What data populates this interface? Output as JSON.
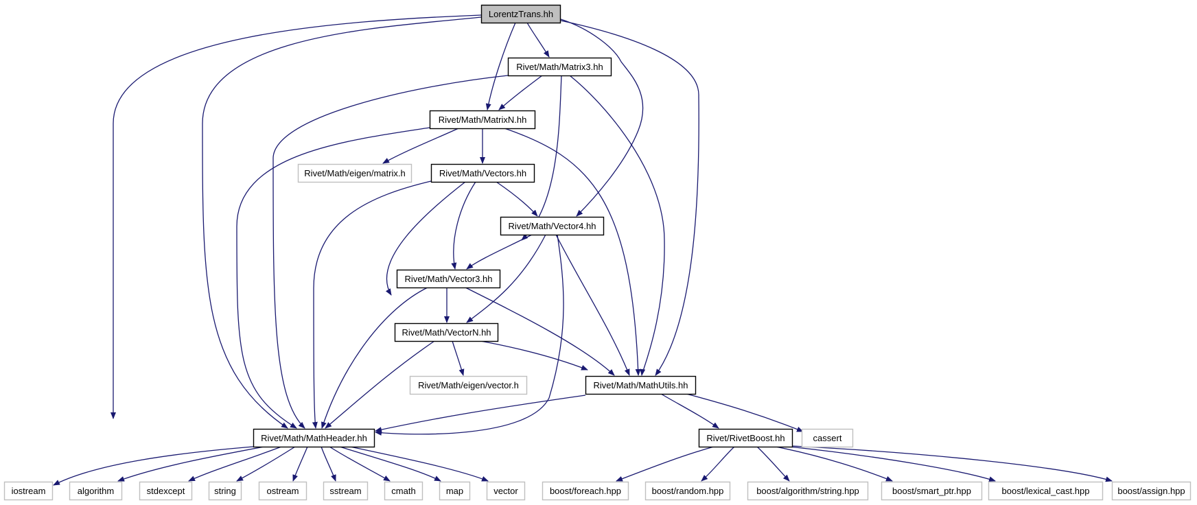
{
  "colors": {
    "edge": "#191970",
    "root_fill": "#bfbfbf",
    "root_border": "#000000",
    "internal_border": "#000000",
    "leaf_border": "#bfbfbf",
    "fill": "#ffffff"
  },
  "nodes": [
    {
      "id": "lorentztrans",
      "label": "LorentzTrans.hh",
      "kind": "root"
    },
    {
      "id": "matrix3",
      "label": "Rivet/Math/Matrix3.hh",
      "kind": "internal"
    },
    {
      "id": "matrixn",
      "label": "Rivet/Math/MatrixN.hh",
      "kind": "internal"
    },
    {
      "id": "eigen-matrix",
      "label": "Rivet/Math/eigen/matrix.h",
      "kind": "leaf"
    },
    {
      "id": "vectors",
      "label": "Rivet/Math/Vectors.hh",
      "kind": "internal"
    },
    {
      "id": "vector4",
      "label": "Rivet/Math/Vector4.hh",
      "kind": "internal"
    },
    {
      "id": "vector3",
      "label": "Rivet/Math/Vector3.hh",
      "kind": "internal"
    },
    {
      "id": "vectorn",
      "label": "Rivet/Math/VectorN.hh",
      "kind": "internal"
    },
    {
      "id": "eigen-vector",
      "label": "Rivet/Math/eigen/vector.h",
      "kind": "leaf"
    },
    {
      "id": "mathutils",
      "label": "Rivet/Math/MathUtils.hh",
      "kind": "internal"
    },
    {
      "id": "mathheader",
      "label": "Rivet/Math/MathHeader.hh",
      "kind": "internal"
    },
    {
      "id": "rivetboost",
      "label": "Rivet/RivetBoost.hh",
      "kind": "internal"
    },
    {
      "id": "cassert",
      "label": "cassert",
      "kind": "leaf"
    },
    {
      "id": "iostream",
      "label": "iostream",
      "kind": "leaf"
    },
    {
      "id": "algorithm",
      "label": "algorithm",
      "kind": "leaf"
    },
    {
      "id": "stdexcept",
      "label": "stdexcept",
      "kind": "leaf"
    },
    {
      "id": "string",
      "label": "string",
      "kind": "leaf"
    },
    {
      "id": "ostream",
      "label": "ostream",
      "kind": "leaf"
    },
    {
      "id": "sstream",
      "label": "sstream",
      "kind": "leaf"
    },
    {
      "id": "cmath",
      "label": "cmath",
      "kind": "leaf"
    },
    {
      "id": "map",
      "label": "map",
      "kind": "leaf"
    },
    {
      "id": "vector",
      "label": "vector",
      "kind": "leaf"
    },
    {
      "id": "boost-foreach",
      "label": "boost/foreach.hpp",
      "kind": "leaf"
    },
    {
      "id": "boost-random",
      "label": "boost/random.hpp",
      "kind": "leaf"
    },
    {
      "id": "boost-algorithm-string",
      "label": "boost/algorithm/string.hpp",
      "kind": "leaf"
    },
    {
      "id": "boost-smart-ptr",
      "label": "boost/smart_ptr.hpp",
      "kind": "leaf"
    },
    {
      "id": "boost-lexical-cast",
      "label": "boost/lexical_cast.hpp",
      "kind": "leaf"
    },
    {
      "id": "boost-assign",
      "label": "boost/assign.hpp",
      "kind": "leaf"
    }
  ],
  "edges": [
    [
      "lorentztrans",
      "matrix3"
    ],
    [
      "lorentztrans",
      "matrixn"
    ],
    [
      "lorentztrans",
      "vector4"
    ],
    [
      "lorentztrans",
      "mathutils"
    ],
    [
      "lorentztrans",
      "mathheader"
    ],
    [
      "lorentztrans",
      "iostream"
    ],
    [
      "matrix3",
      "matrixn"
    ],
    [
      "matrix3",
      "vector3"
    ],
    [
      "matrix3",
      "mathutils"
    ],
    [
      "matrix3",
      "mathheader"
    ],
    [
      "matrixn",
      "eigen-matrix"
    ],
    [
      "matrixn",
      "vectors"
    ],
    [
      "matrixn",
      "mathutils"
    ],
    [
      "matrixn",
      "mathheader"
    ],
    [
      "vectors",
      "vector4"
    ],
    [
      "vectors",
      "vector3"
    ],
    [
      "vectors",
      "vectorn"
    ],
    [
      "vectors",
      "mathheader"
    ],
    [
      "vector4",
      "vector3"
    ],
    [
      "vector4",
      "vectorn"
    ],
    [
      "vector4",
      "mathutils"
    ],
    [
      "vector4",
      "mathheader"
    ],
    [
      "vector3",
      "vectorn"
    ],
    [
      "vector3",
      "mathutils"
    ],
    [
      "vector3",
      "mathheader"
    ],
    [
      "vectorn",
      "eigen-vector"
    ],
    [
      "vectorn",
      "mathutils"
    ],
    [
      "vectorn",
      "mathheader"
    ],
    [
      "mathutils",
      "mathheader"
    ],
    [
      "mathutils",
      "rivetboost"
    ],
    [
      "mathutils",
      "cassert"
    ],
    [
      "mathheader",
      "iostream"
    ],
    [
      "mathheader",
      "algorithm"
    ],
    [
      "mathheader",
      "stdexcept"
    ],
    [
      "mathheader",
      "string"
    ],
    [
      "mathheader",
      "ostream"
    ],
    [
      "mathheader",
      "sstream"
    ],
    [
      "mathheader",
      "cmath"
    ],
    [
      "mathheader",
      "map"
    ],
    [
      "mathheader",
      "vector"
    ],
    [
      "rivetboost",
      "boost-foreach"
    ],
    [
      "rivetboost",
      "boost-random"
    ],
    [
      "rivetboost",
      "boost-algorithm-string"
    ],
    [
      "rivetboost",
      "boost-smart-ptr"
    ],
    [
      "rivetboost",
      "boost-lexical-cast"
    ],
    [
      "rivetboost",
      "boost-assign"
    ]
  ]
}
